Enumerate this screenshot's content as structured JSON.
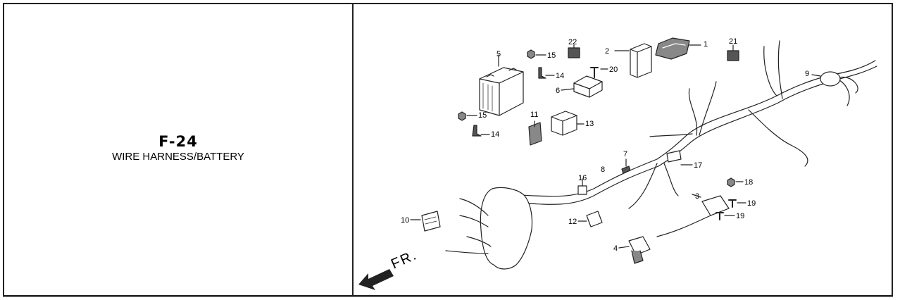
{
  "figure": {
    "code": "F-24",
    "title": "WIRE HARNESS/BATTERY"
  },
  "diagram": {
    "direction_label": "FR.",
    "callouts": [
      "1",
      "2",
      "3",
      "4",
      "5",
      "6",
      "7",
      "8",
      "9",
      "10",
      "11",
      "12",
      "13",
      "14",
      "14",
      "15",
      "15",
      "16",
      "17",
      "18",
      "19",
      "19",
      "20",
      "21",
      "22"
    ]
  },
  "colors": {
    "line": "#222222",
    "border": "#222222",
    "background": "#ffffff"
  }
}
